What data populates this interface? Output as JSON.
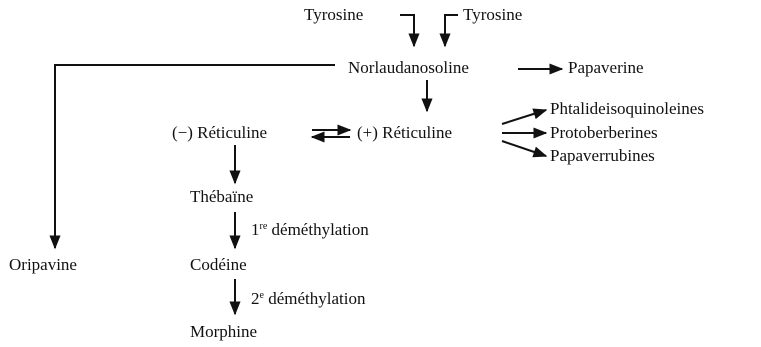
{
  "nodes": {
    "tyrosine_left": "Tyrosine",
    "tyrosine_right": "Tyrosine",
    "norlaudanosoline": "Norlaudanosoline",
    "papaverine": "Papaverine",
    "reticuline_minus": "(−) Réticuline",
    "reticuline_plus": "(+) Réticuline",
    "phtalideisoquinoleines": "Phtalideisoquinoleines",
    "protoberberines": "Protoberberines",
    "papaverrubines": "Papaverrubines",
    "thebaine": "Thébaïne",
    "oripavine": "Oripavine",
    "codeine": "Codéine",
    "morphine": "Morphine"
  },
  "steps": {
    "first_demethylation": {
      "ordinal": "1",
      "suffix": "re",
      "label": "déméthylation"
    },
    "second_demethylation": {
      "ordinal": "2",
      "suffix": "e",
      "label": "déméthylation"
    }
  },
  "colors": {
    "ink": "#111111",
    "background": "#ffffff"
  }
}
